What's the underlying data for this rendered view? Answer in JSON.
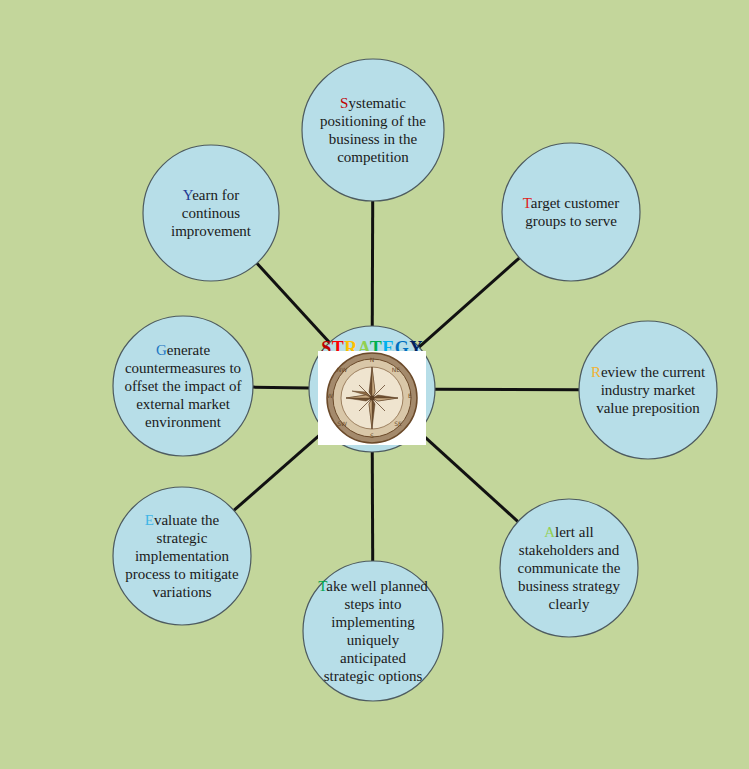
{
  "diagram": {
    "nodes": [
      {
        "text": [
          "STRATEGY"
        ]
      },
      {
        "text": [
          "Systematic positioning of the business in the competition"
        ]
      },
      {
        "text": [
          "Target customer groups to serve"
        ]
      },
      {
        "text": [
          "Review the current industry market value preposition"
        ]
      },
      {
        "text": [
          "Alert all stakeholders and communicate the business strategy clearly"
        ]
      },
      {
        "text": [
          "Take well planned steps into implementing uniquely anticipated strategic options"
        ]
      },
      {
        "text": [
          "Evaluate the strategic implementation process to mitigate variations"
        ]
      },
      {
        "text": [
          "Generate countermeasures to offset the impact of external market environment"
        ]
      },
      {
        "text": [
          "Yearn for continous improvement"
        ]
      }
    ],
    "edges": [
      {
        "from": 0,
        "to": 1,
        "arrow": "none"
      },
      {
        "from": 0,
        "to": 2,
        "arrow": "none"
      },
      {
        "from": 0,
        "to": 3,
        "arrow": "none"
      },
      {
        "from": 0,
        "to": 4,
        "arrow": "none"
      },
      {
        "from": 0,
        "to": 5,
        "arrow": "none"
      },
      {
        "from": 0,
        "to": 6,
        "arrow": "none"
      },
      {
        "from": 0,
        "to": 7,
        "arrow": "none"
      },
      {
        "from": 0,
        "to": 8,
        "arrow": "none"
      }
    ],
    "labels": [
      "N",
      "NE",
      "E",
      "SE",
      "S",
      "SW",
      "W",
      "NW"
    ]
  }
}
